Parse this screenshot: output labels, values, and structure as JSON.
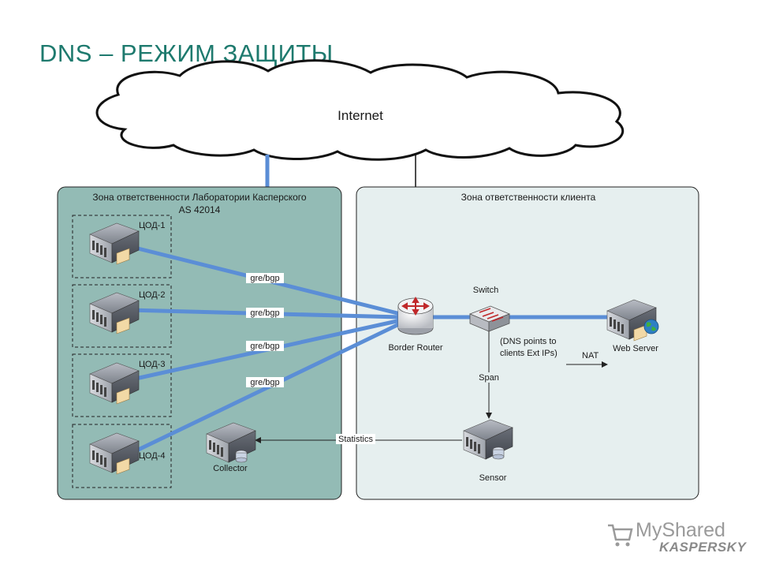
{
  "title": "DNS – РЕЖИМ ЗАЩИТЫ",
  "internet_label": "Internet",
  "zones": {
    "kaspersky": {
      "line1": "Зона ответственности Лаборатории Касперского",
      "line2": "AS 42014"
    },
    "client": {
      "line1": "Зона ответственности клиента"
    }
  },
  "datacenters": [
    {
      "label": "ЦОД-1",
      "link": "gre/bgp"
    },
    {
      "label": "ЦОД-2",
      "link": "gre/bgp"
    },
    {
      "label": "ЦОД-3",
      "link": "gre/bgp"
    },
    {
      "label": "ЦОД-4",
      "link": "gre/bgp"
    }
  ],
  "nodes": {
    "border_router": "Border Router",
    "switch": "Switch",
    "web_server": "Web Server",
    "sensor": "Sensor",
    "collector": "Collector"
  },
  "annotations": {
    "dns_note_line1": "(DNS points to",
    "dns_note_line2": "clients Ext IPs)",
    "nat": "NAT",
    "span": "Span",
    "statistics": "Statistics"
  },
  "colors": {
    "title": "#1e7a6e",
    "kaspersky_zone": "#93bbb5",
    "client_zone": "#e6efef",
    "link": "#5b8ed6"
  },
  "watermark": {
    "main": "MyShared",
    "sub": "KASPERSKY"
  }
}
